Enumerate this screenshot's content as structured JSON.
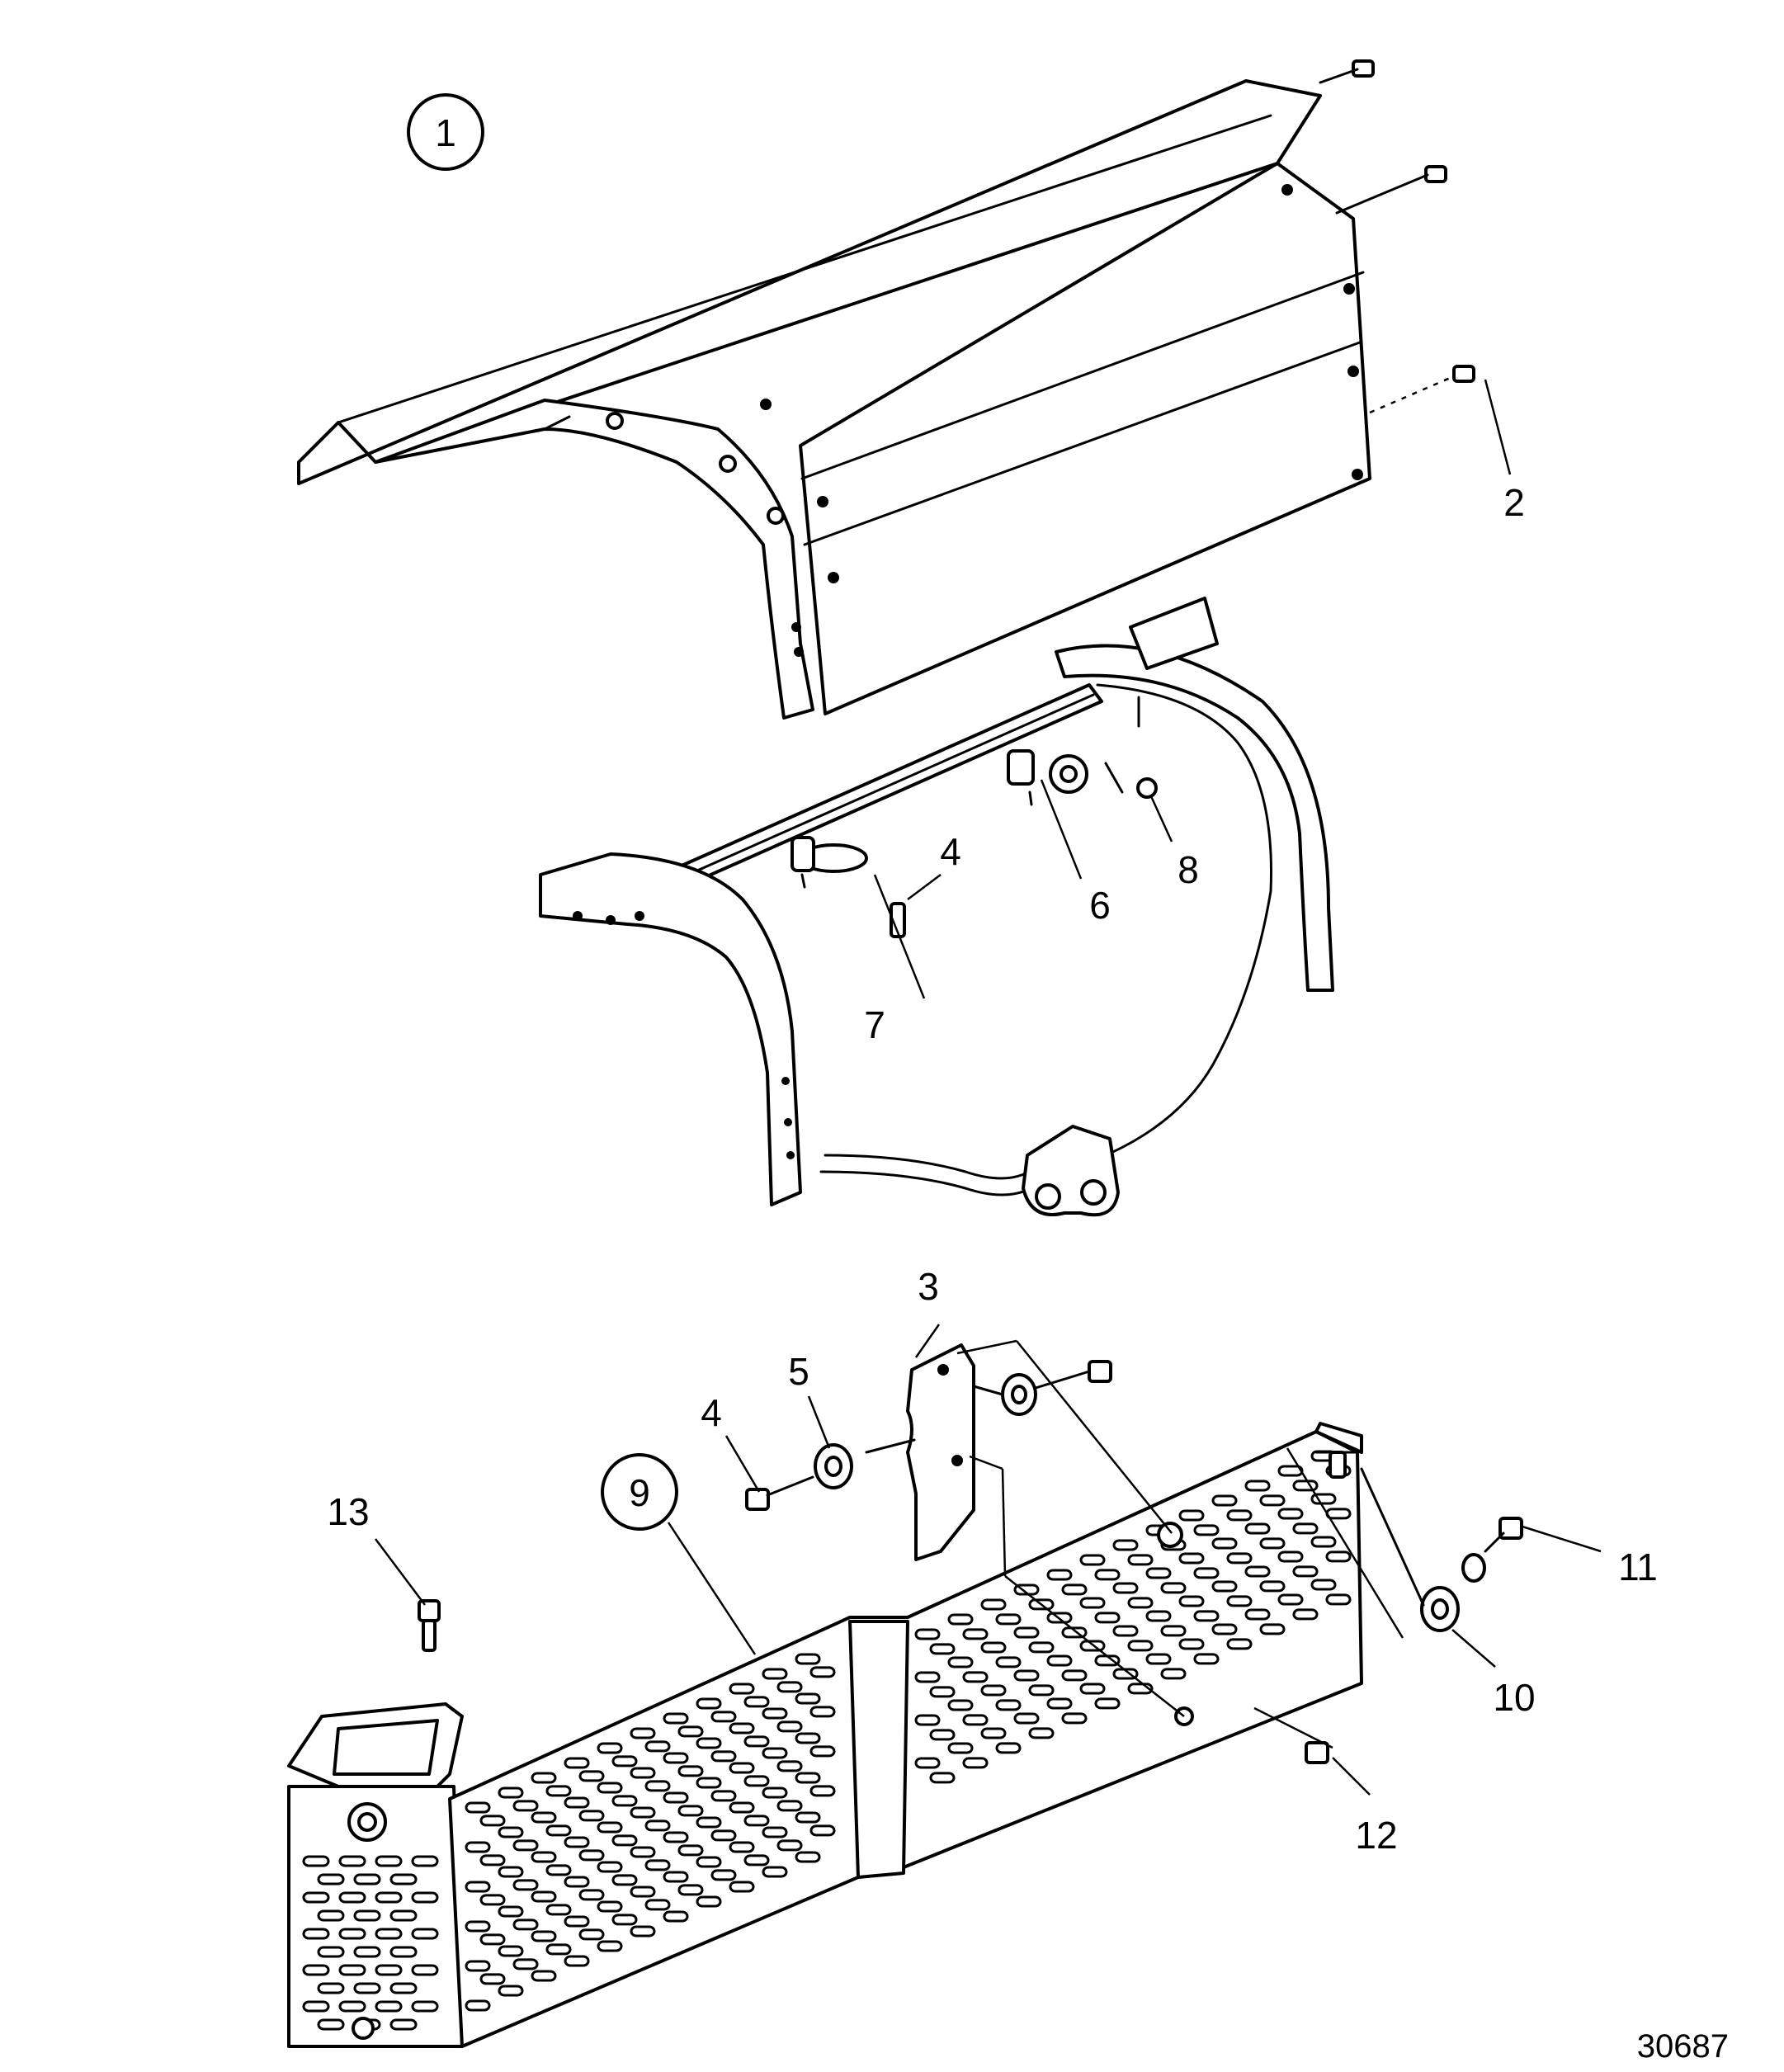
{
  "diagram": {
    "assembly_callouts": [
      {
        "id": "callout-1",
        "label": "1"
      },
      {
        "id": "callout-9",
        "label": "9"
      }
    ],
    "part_callouts": [
      {
        "id": "callout-2",
        "label": "2"
      },
      {
        "id": "callout-3",
        "label": "3"
      },
      {
        "id": "callout-4a",
        "label": "4"
      },
      {
        "id": "callout-4b",
        "label": "4"
      },
      {
        "id": "callout-5",
        "label": "5"
      },
      {
        "id": "callout-6",
        "label": "6"
      },
      {
        "id": "callout-7",
        "label": "7"
      },
      {
        "id": "callout-8",
        "label": "8"
      },
      {
        "id": "callout-10",
        "label": "10"
      },
      {
        "id": "callout-11",
        "label": "11"
      },
      {
        "id": "callout-12",
        "label": "12"
      },
      {
        "id": "callout-13",
        "label": "13"
      }
    ],
    "drawing_number": "30687"
  }
}
